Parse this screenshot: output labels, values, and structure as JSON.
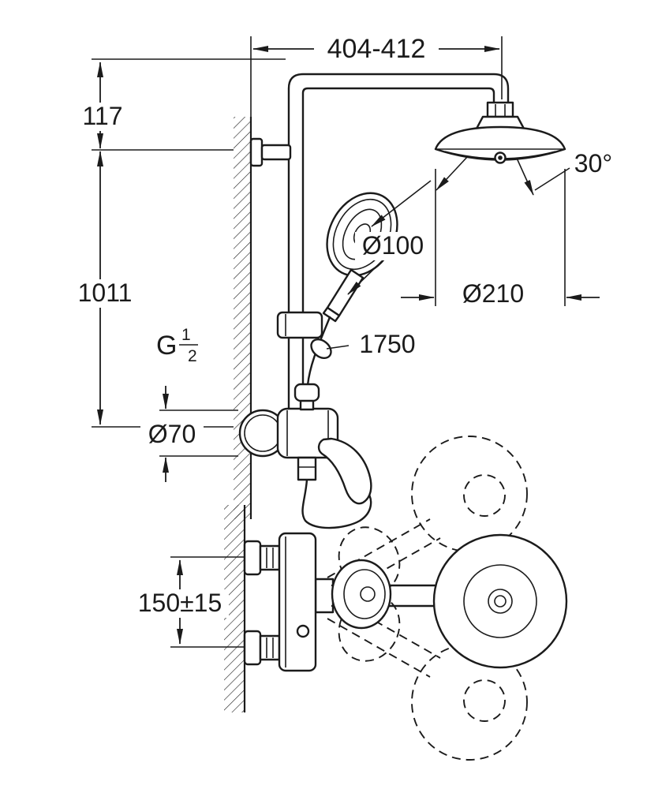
{
  "labels": {
    "width_range": "404-412",
    "top_offset": "117",
    "column_height": "1011",
    "swivel_angle": "30°",
    "hand_shower_dia": "Ø100",
    "head_shower_dia": "Ø210",
    "hose_length": "1750",
    "escutcheon_dia": "Ø70",
    "supply_spacing": "150±15",
    "thread": {
      "prefix": "G",
      "num": "1",
      "den": "2"
    }
  }
}
